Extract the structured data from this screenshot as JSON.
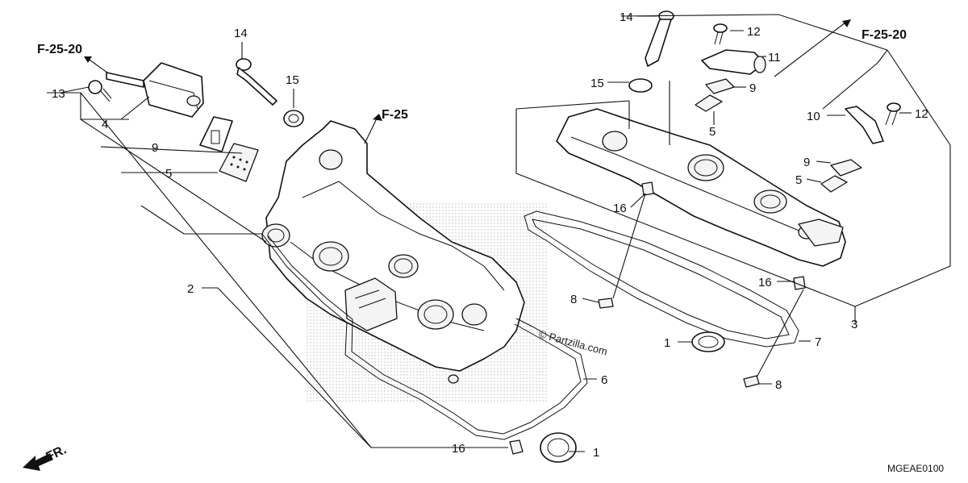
{
  "diagram": {
    "callouts": {
      "c1a": "1",
      "c1b": "1",
      "c2": "2",
      "c3": "3",
      "c4": "4",
      "c5a": "5",
      "c5b": "5",
      "c5c": "5",
      "c6": "6",
      "c7": "7",
      "c8a": "8",
      "c8b": "8",
      "c9a": "9",
      "c9b": "9",
      "c9c": "9",
      "c10": "10",
      "c11": "11",
      "c12a": "12",
      "c12b": "12",
      "c13": "13",
      "c14a": "14",
      "c14b": "14",
      "c15a": "15",
      "c15b": "15",
      "c16a": "16",
      "c16b": "16",
      "c16c": "16"
    },
    "references": {
      "ref_left": "F-25-20",
      "ref_center": "F-25",
      "ref_right": "F-25-20"
    },
    "front_marker": "FR.",
    "watermark": "© Partzilla.com",
    "diagram_code": "MGEAE0100"
  }
}
